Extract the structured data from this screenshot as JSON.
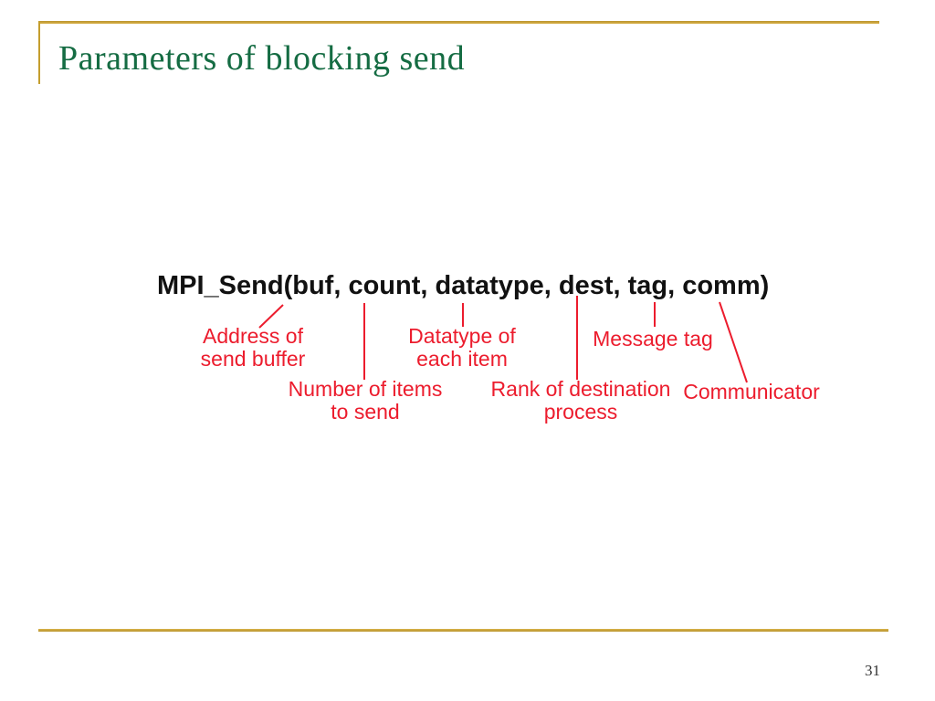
{
  "slide": {
    "title": "Parameters of blocking send",
    "signature": "MPI_Send(buf, count, datatype, dest, tag, comm)",
    "page_number": "31",
    "annotations": {
      "buf": {
        "param": "buf",
        "line1": "Address of",
        "line2": "send buffer"
      },
      "count": {
        "param": "count",
        "line1": "Number of items",
        "line2": "to send"
      },
      "datatype": {
        "param": "datatype",
        "line1": "Datatype of",
        "line2": "each item"
      },
      "dest": {
        "param": "dest",
        "line1": "Rank of destination",
        "line2": "process"
      },
      "tag": {
        "param": "tag",
        "line1": "Message tag"
      },
      "comm": {
        "param": "comm",
        "line1": "Communicator"
      }
    },
    "colors": {
      "title_green": "#156c43",
      "accent_gold": "#c49e2e",
      "annotation_red": "#ec1c2d",
      "signature_black": "#111111"
    }
  }
}
